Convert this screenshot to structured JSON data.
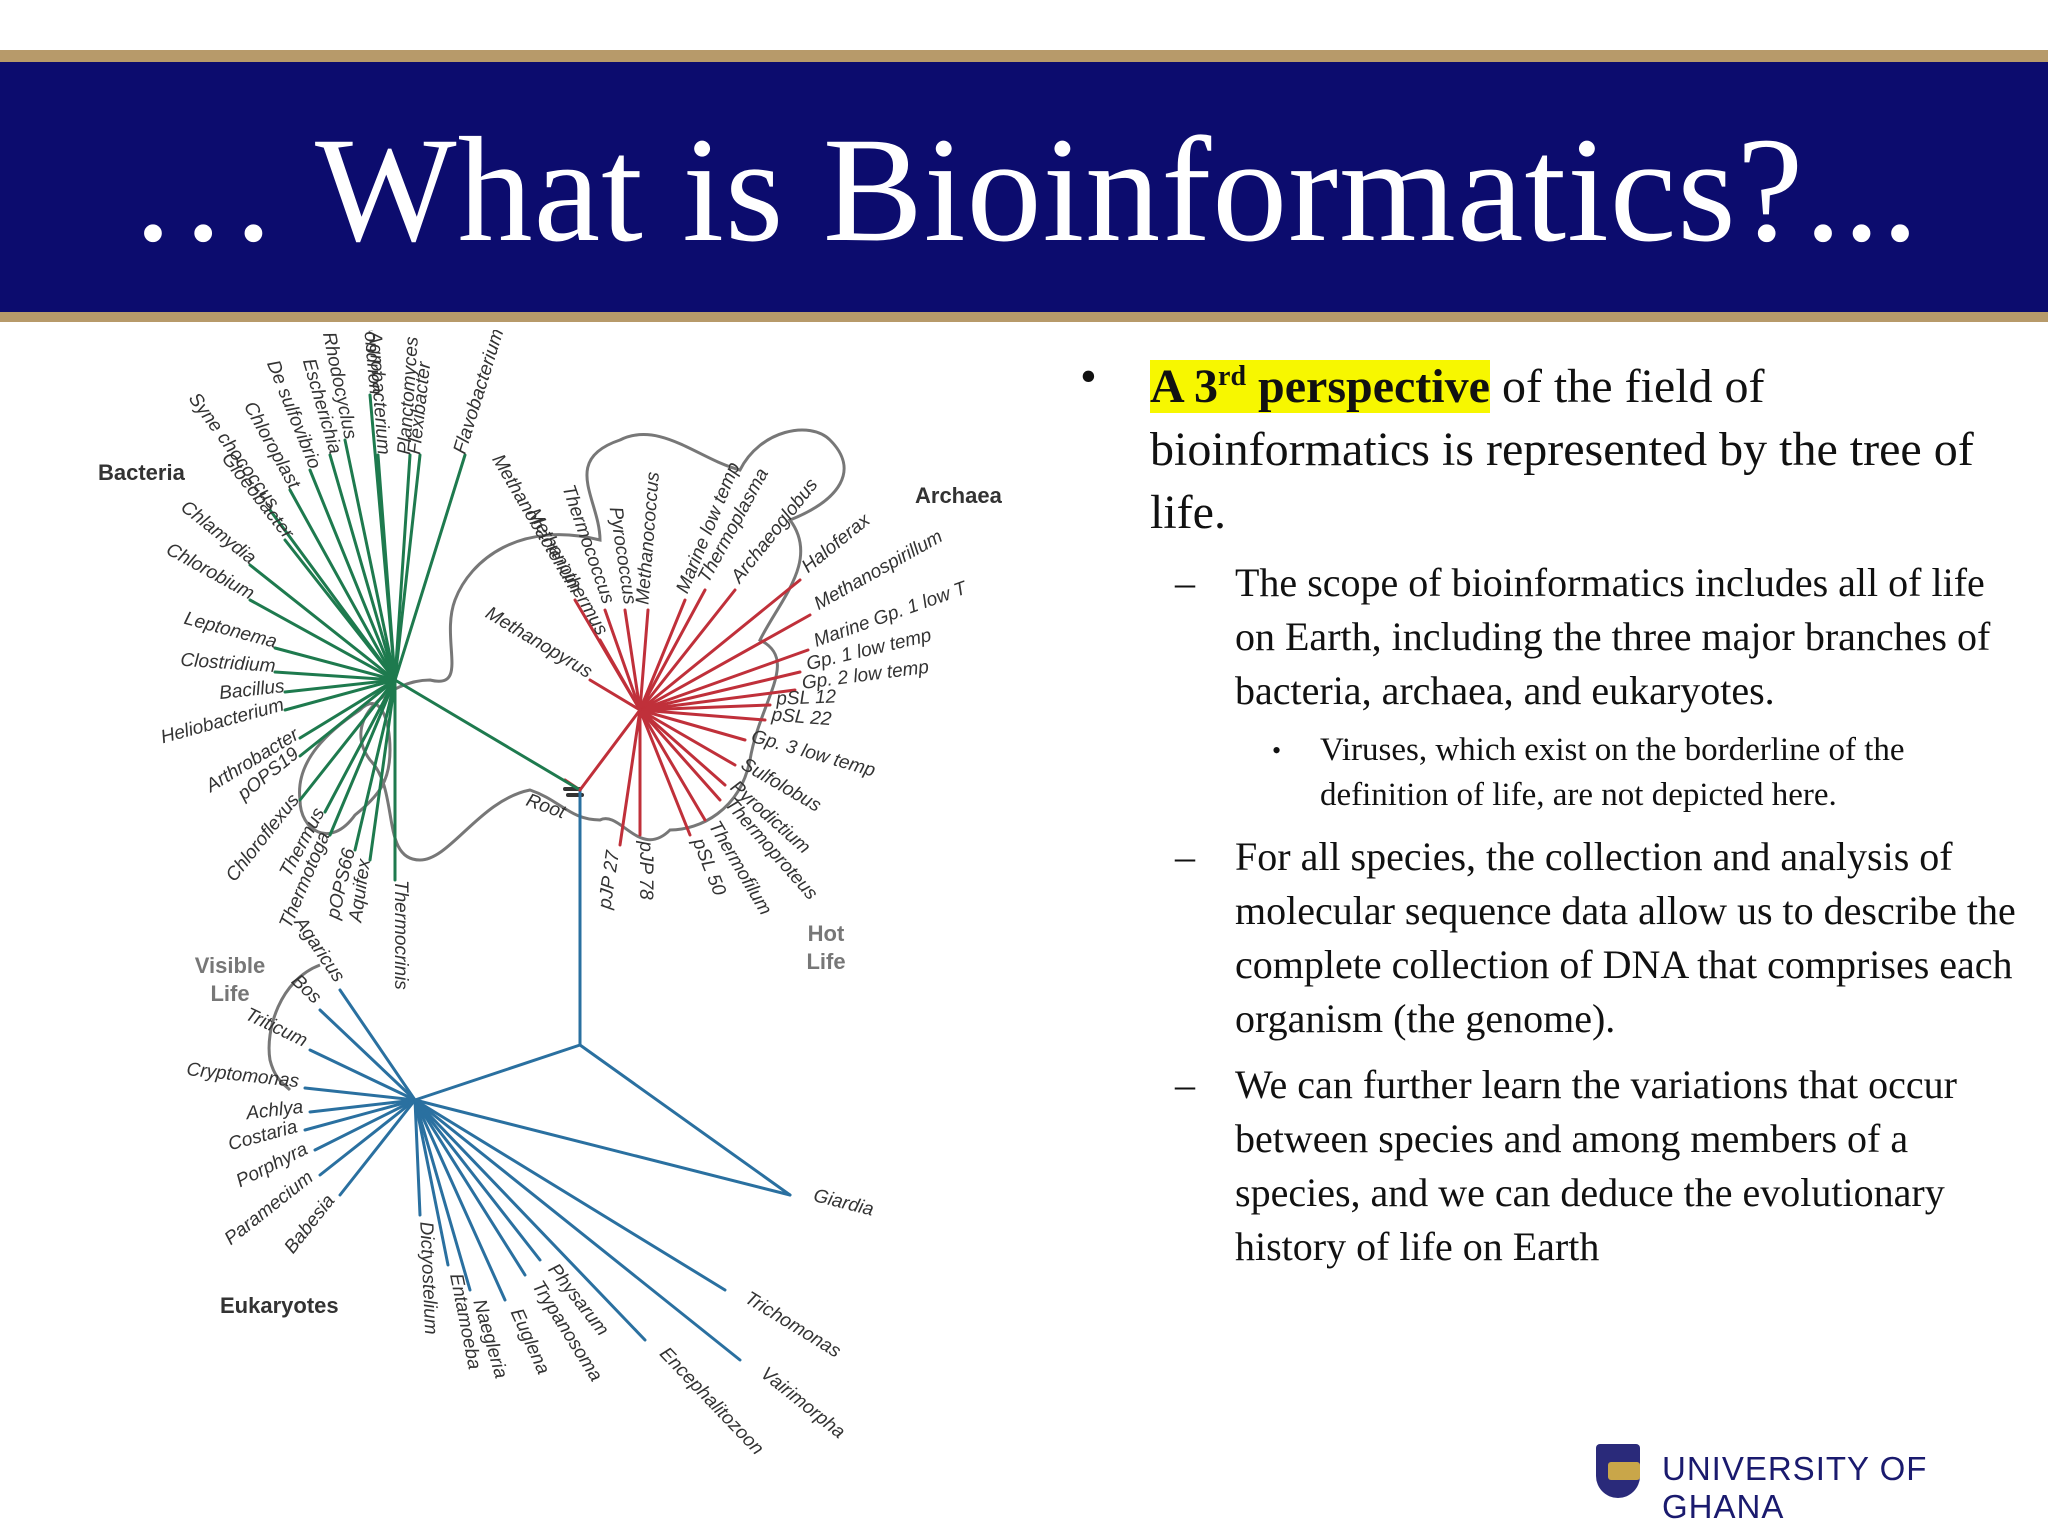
{
  "slide": {
    "title": "… What is Bioinformatics?...",
    "bullet_main": {
      "highlight_prefix": "A 3",
      "highlight_sup": "rd",
      "highlight_suffix": " perspective",
      "rest": " of the field of bioinformatics is represented by the tree of life."
    },
    "sub1": "The scope of bioinformatics includes all of life on Earth, including the three major branches of bacteria, archaea, and eukaryotes.",
    "sub1_note": "Viruses, which exist on the borderline of the definition of life, are not depicted here.",
    "sub2": "For all species, the collection and analysis of molecular sequence data allow us to describe the complete collection of DNA that comprises each organism (the genome).",
    "sub3": "We can further learn the variations that occur between species and among members of a species, and we can deduce the evolutionary history of life on Earth",
    "bullet_char": "•",
    "dash_char": "–",
    "logo_text": "UNIVERSITY OF GHANA"
  },
  "tree": {
    "domains": {
      "bacteria": "Bacteria",
      "archaea": "Archaea",
      "eukaryotes": "Eukaryotes"
    },
    "visible_life": [
      "Visible",
      "Life"
    ],
    "hot_life": [
      "Hot",
      "Life"
    ],
    "root": "Root",
    "colors": {
      "bacteria": "#1e7a4e",
      "archaea": "#c0303a",
      "eukaryotes": "#2a70a0",
      "outline": "#777777"
    },
    "bacteria_leaves": [
      "Mitochondrion",
      "Planctomyces",
      "Rhodocyclus",
      "Agrobacterium",
      "Flexibacter",
      "Flavobacterium",
      "Escherichia",
      "De sulfovibrio",
      "Chloroplast",
      "Syne chococcus",
      "Gloeobacter",
      "Chlamydia",
      "Chlorobium",
      "Leptonema",
      "Clostridium",
      "Bacillus",
      "Heliobacterium",
      "Arthrobacter",
      "pOPS19",
      "Chloroflexus",
      "Thermus",
      "Thermotoga",
      "pOPS66",
      "Aquifex",
      "Thermocrinis"
    ],
    "archaea_leaves": [
      "Methanobacterium",
      "Thermococcus",
      "Pyrococcus",
      "Methanococcus",
      "Marine low temp",
      "Thermoplasma",
      "Archaeoglobus",
      "Haloferax",
      "Methanospirillum",
      "Marine Gp. 1 low T",
      "Gp. 1 low temp",
      "Gp. 2 low temp",
      "pSL 12",
      "pSL 22",
      "Gp. 3 low temp",
      "Sulfolobus",
      "Pyrodictium",
      "Thermoproteus",
      "Thermofilum",
      "pSL 50",
      "pJP 78",
      "pJP 27",
      "Methanothermus",
      "Methanopyrus"
    ],
    "eukaryote_leaves": [
      "Agaricus",
      "Bos",
      "Triticum",
      "Cryptomonas",
      "Achlya",
      "Costaria",
      "Porphyra",
      "Paramecium",
      "Babesia",
      "Dictyostelium",
      "Entamoeba",
      "Naegleria",
      "Euglena",
      "Trypanosoma",
      "Physarum",
      "Encephalitozoon",
      "Vairimorpha",
      "Trichomonas",
      "Giardia"
    ]
  }
}
